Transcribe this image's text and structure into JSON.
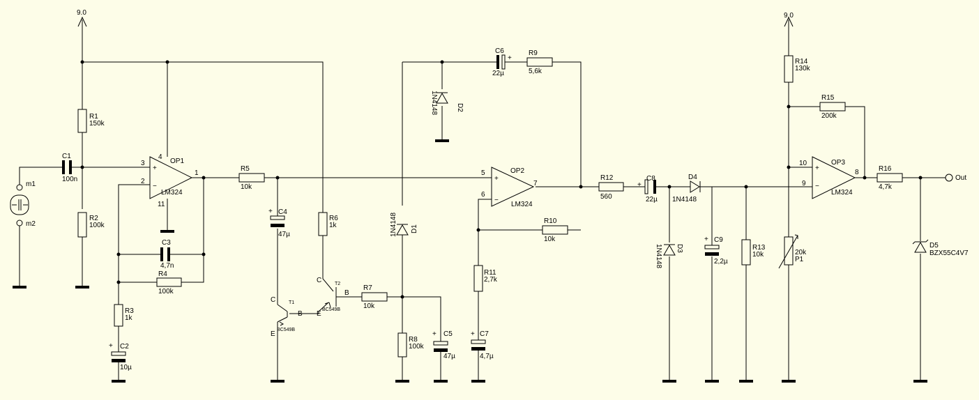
{
  "supply_label": "9.0",
  "out_label": "Out",
  "mic": {
    "m1": "m1",
    "m2": "m2"
  },
  "opamps": {
    "op1": {
      "name": "OP1",
      "type": "LM324",
      "pin_in_plus": "3",
      "pin_in_minus": "2",
      "pin_out": "1",
      "pin_vcc": "4",
      "pin_gnd": "11",
      "plus": "+",
      "minus": "−"
    },
    "op2": {
      "name": "OP2",
      "type": "LM324",
      "pin_in_plus": "5",
      "pin_in_minus": "6",
      "pin_out": "7",
      "plus": "+",
      "minus": "−"
    },
    "op3": {
      "name": "OP3",
      "type": "LM324",
      "pin_in_plus": "10",
      "pin_in_minus": "9",
      "pin_out": "8",
      "plus": "+",
      "minus": "−"
    }
  },
  "resistors": {
    "r1": {
      "name": "R1",
      "value": "150k"
    },
    "r2": {
      "name": "R2",
      "value": "100k"
    },
    "r3": {
      "name": "R3",
      "value": "1k"
    },
    "r4": {
      "name": "R4",
      "value": "100k"
    },
    "r5": {
      "name": "R5",
      "value": "10k"
    },
    "r6": {
      "name": "R6",
      "value": "1k"
    },
    "r7": {
      "name": "R7",
      "value": "10k"
    },
    "r8": {
      "name": "R8",
      "value": "100k"
    },
    "r9": {
      "name": "R9",
      "value": "5,6k"
    },
    "r10": {
      "name": "R10",
      "value": "10k"
    },
    "r11": {
      "name": "R11",
      "value": "2,7k"
    },
    "r12": {
      "name": "R12",
      "value": "560"
    },
    "r13": {
      "name": "R13",
      "value": "10k"
    },
    "r14": {
      "name": "R14",
      "value": "130k"
    },
    "r15": {
      "name": "R15",
      "value": "200k"
    },
    "r16": {
      "name": "R16",
      "value": "4,7k"
    }
  },
  "capacitors": {
    "c1": {
      "name": "C1",
      "value": "100n"
    },
    "c2": {
      "name": "C2",
      "value": "10µ"
    },
    "c3": {
      "name": "C3",
      "value": "4,7n"
    },
    "c4": {
      "name": "C4",
      "value": "47µ"
    },
    "c5": {
      "name": "C5",
      "value": "47µ"
    },
    "c6": {
      "name": "C6",
      "value": "22µ"
    },
    "c7": {
      "name": "C7",
      "value": "4,7µ"
    },
    "c8": {
      "name": "C8",
      "value": "22µ"
    },
    "c9": {
      "name": "C9",
      "value": "2,2µ"
    }
  },
  "polarity_plus": "+",
  "diodes": {
    "d1": {
      "name": "D1",
      "type": "1N4148"
    },
    "d2": {
      "name": "D2",
      "type": "1N4148"
    },
    "d3": {
      "name": "D3",
      "type": "1N4148"
    },
    "d4": {
      "name": "D4",
      "type": "1N4148"
    },
    "d5": {
      "name": "D5",
      "type": "BZX55C4V7"
    }
  },
  "transistors": {
    "t1": {
      "name": "T1",
      "type": "BC549B",
      "c": "C",
      "b": "B",
      "e": "E"
    },
    "t2": {
      "name": "T2",
      "type": "BC549B",
      "c": "C",
      "b": "B",
      "e": "E"
    }
  },
  "pot": {
    "name": "P1",
    "value": "20k"
  }
}
